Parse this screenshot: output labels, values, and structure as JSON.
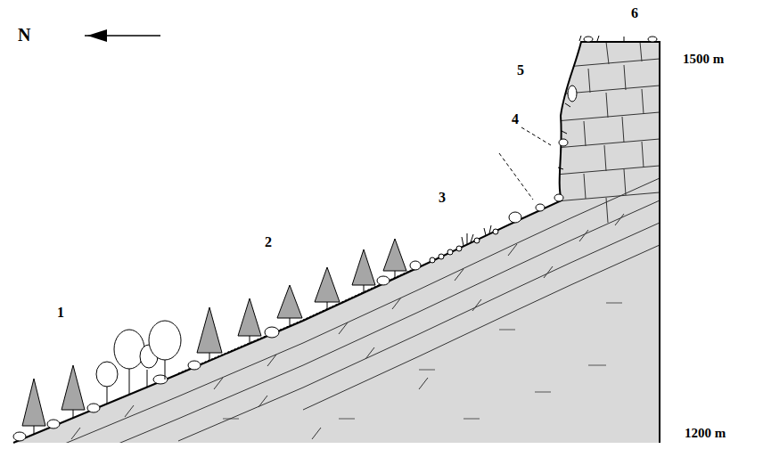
{
  "diagram": {
    "labels": [
      "N",
      "1",
      "2",
      "3",
      "4",
      "5",
      "6",
      "1500 m",
      "1200 m"
    ]
  }
}
